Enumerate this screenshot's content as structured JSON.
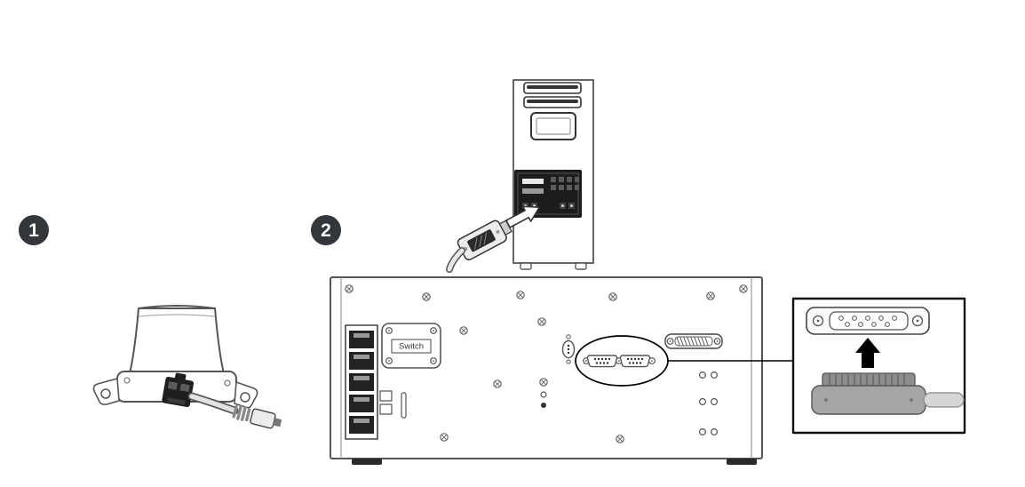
{
  "steps": [
    {
      "number": "1"
    },
    {
      "number": "2"
    }
  ],
  "labels": {
    "switch": "Switch"
  },
  "colors": {
    "background": "#ffffff",
    "badge": "#33363a",
    "badge_text": "#ffffff",
    "outline": "#555555",
    "dark_part": "#1f1f1f",
    "callout": "#000000",
    "plug_gray": "#a6a6a6",
    "hood_gray": "#8d8d8d",
    "cable_gray": "#d6d6d6"
  }
}
